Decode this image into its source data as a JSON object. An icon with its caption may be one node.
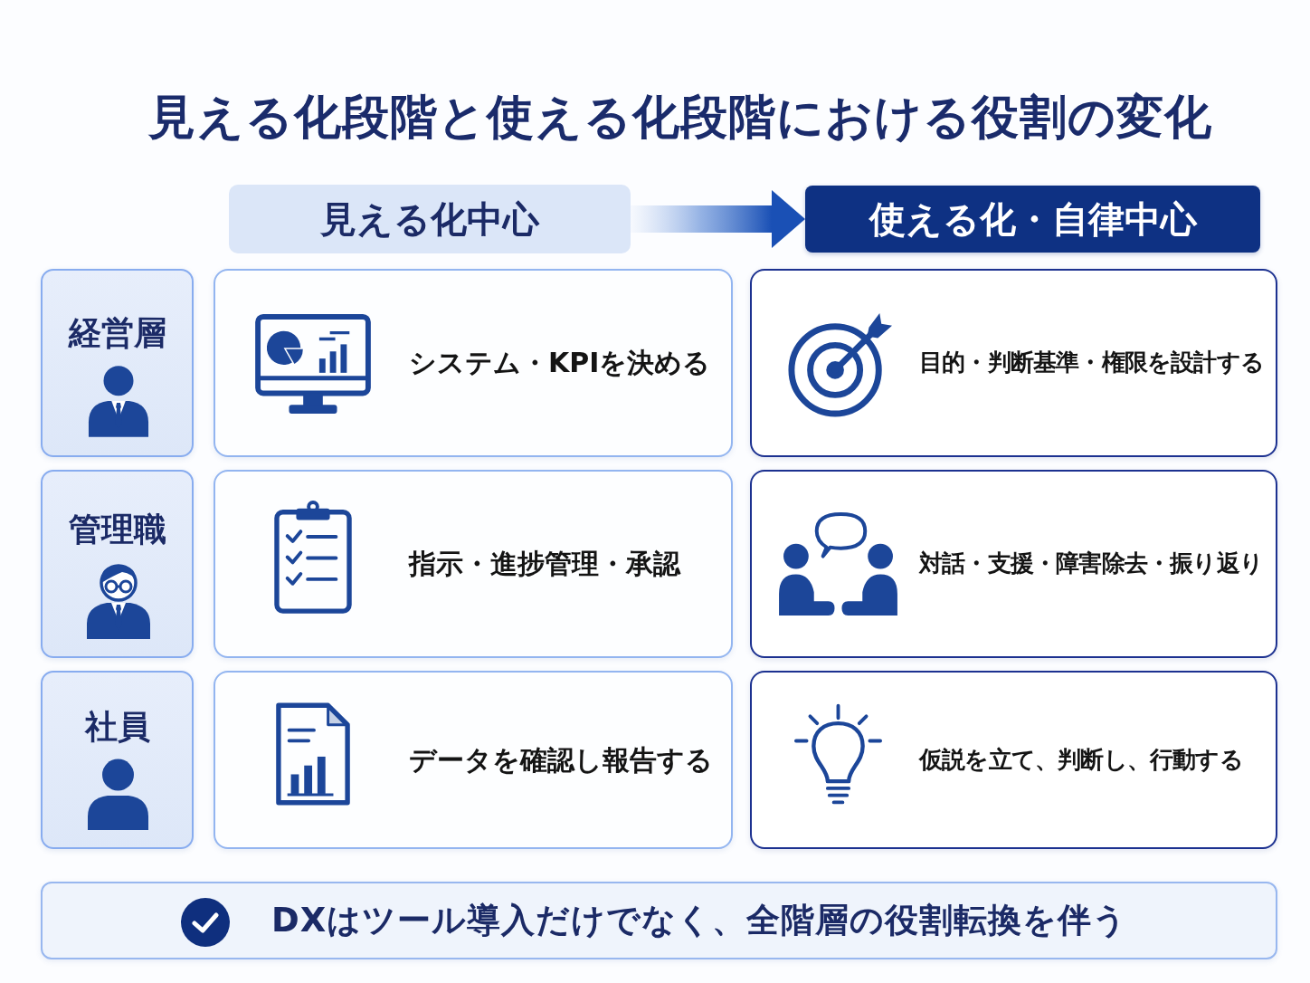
{
  "diagram": {
    "title": "見える化段階と使える化段階における役割の変化",
    "nodes": [
      {
        "text": [
          "見える化中心"
        ]
      },
      {
        "text": [
          "使える化・自律中心"
        ]
      },
      {
        "text": [
          "経営層"
        ]
      },
      {
        "text": [
          "システム・KPIを決める"
        ]
      },
      {
        "text": [
          "目的・判断基準・権限を設計する"
        ]
      },
      {
        "text": [
          "管理職"
        ]
      },
      {
        "text": [
          "指示・進捗管理・承認"
        ]
      },
      {
        "text": [
          "対話・支援・障害除去・振り返り"
        ]
      },
      {
        "text": [
          "社員"
        ]
      },
      {
        "text": [
          "データを確認し報告する"
        ]
      },
      {
        "text": [
          "仮説を立て、判断し、行動する"
        ]
      },
      {
        "text": [
          "DXはツール導入だけでなく、全階層の役割転換を伴う"
        ]
      }
    ],
    "edges": [
      {
        "from": 0,
        "to": 1,
        "arrow": "to",
        "style": "thick"
      }
    ]
  }
}
